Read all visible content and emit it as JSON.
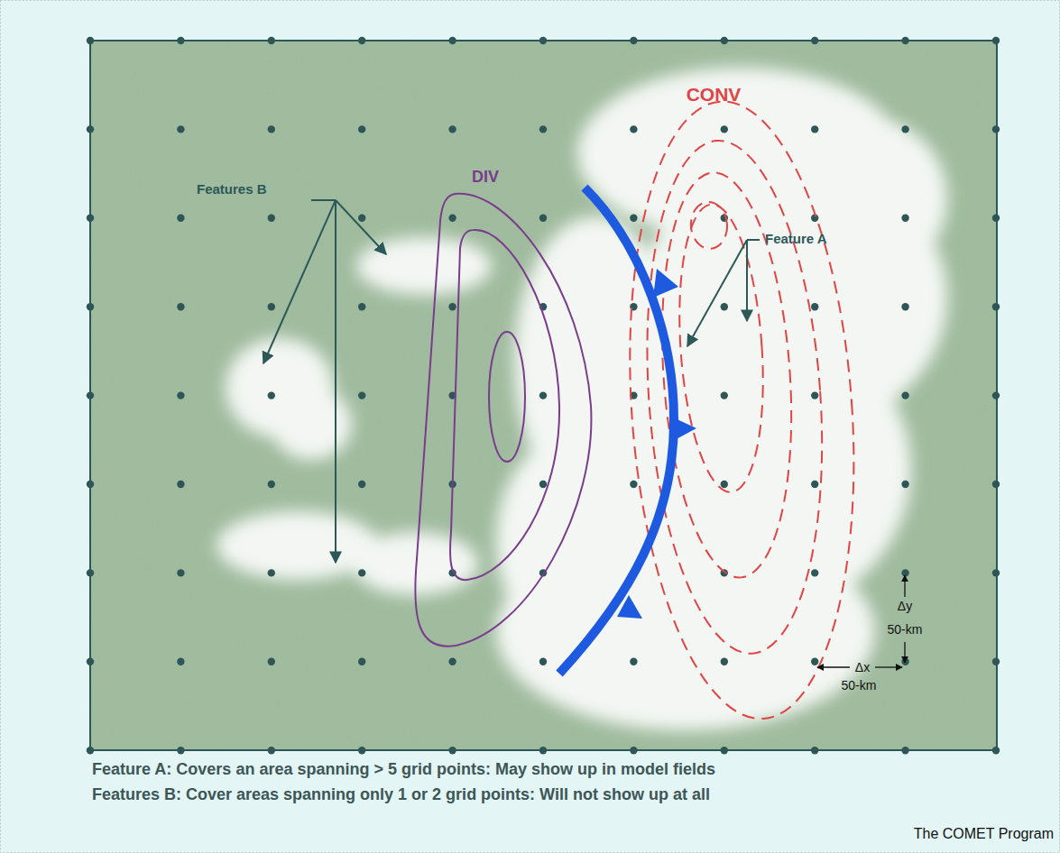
{
  "diagram": {
    "labels": [
      "CONV",
      "DIV",
      "Features B",
      "Feature A",
      "Δy",
      "50-km",
      "Δx",
      "50-km",
      "Feature A: Covers an area spanning > 5 grid points: May show up in model fields",
      "Features B: Cover areas spanning only 1 or 2 grid points: Will not show up at all",
      "The COMET Program"
    ]
  }
}
